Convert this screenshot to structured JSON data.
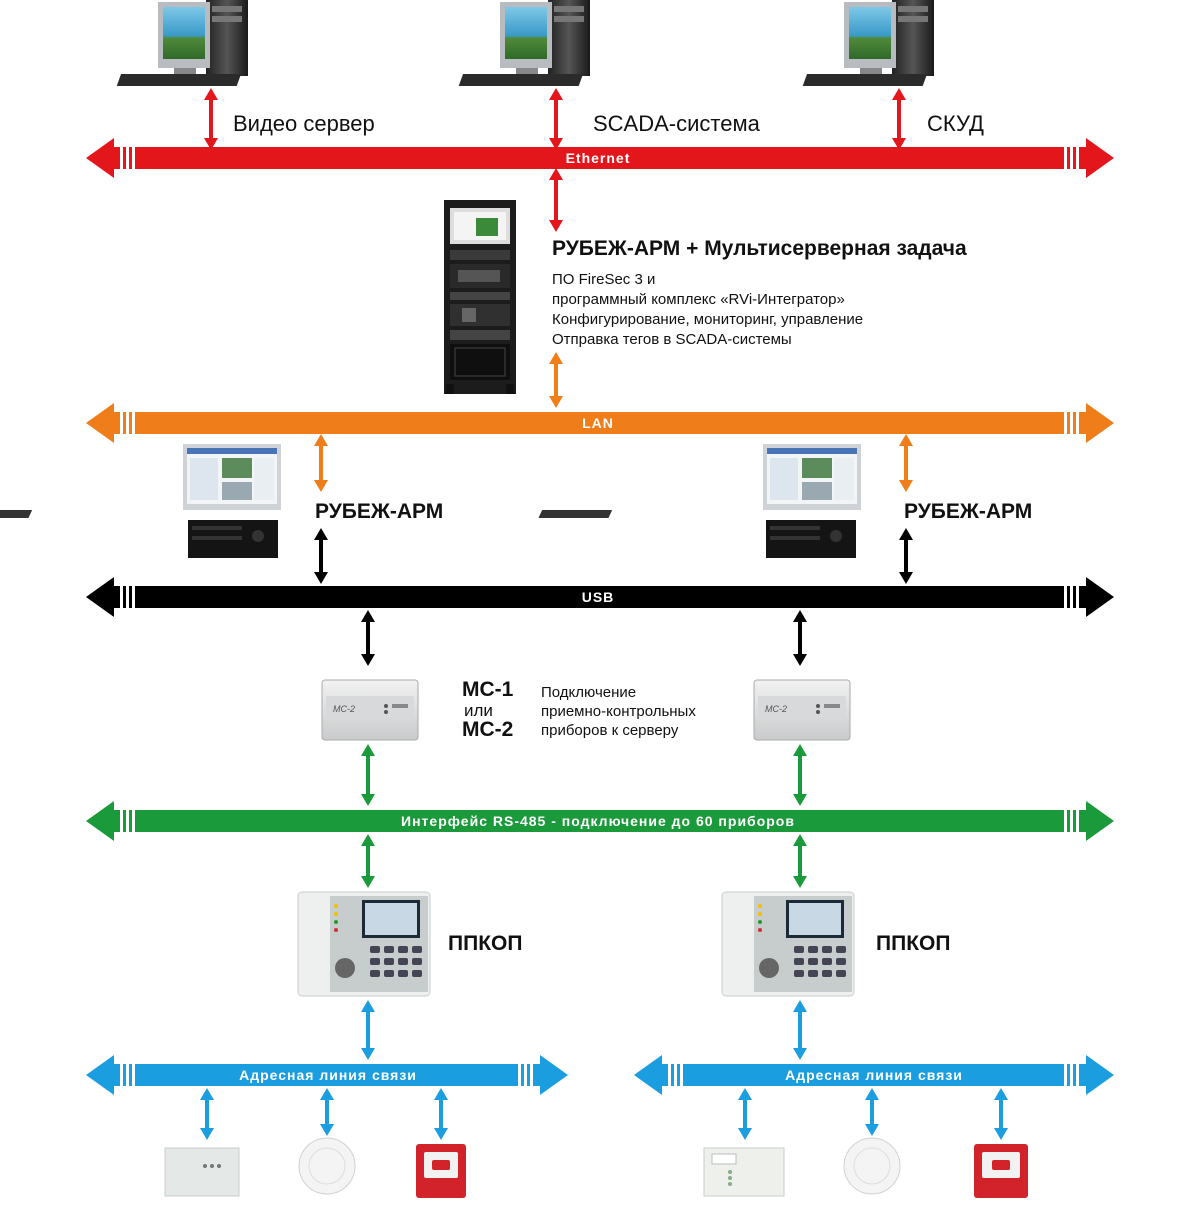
{
  "top_systems": {
    "video": "Видео сервер",
    "scada": "SCADA-система",
    "skud": "СКУД"
  },
  "buses": {
    "ethernet": "Ethernet",
    "lan": "LAN",
    "usb": "USB",
    "rs485": "Интерфейс RS-485 - подключение до 60 приборов",
    "address_left": "Адресная линия связи",
    "address_right": "Адресная линия связи"
  },
  "server": {
    "title": "РУБЕЖ-АРМ + Мультисерверная задача",
    "lines": [
      "ПО FireSec 3 и",
      "программный комплекс «RVi-Интегратор»",
      "Конфигурирование, мониторинг, управление",
      "Отправка тегов в SCADA-системы"
    ]
  },
  "workstations": {
    "left": "РУБЕЖ-АРМ",
    "right": "РУБЕЖ-АРМ"
  },
  "mc": {
    "mc1": "МС-1",
    "or": "или",
    "mc2": "МС-2",
    "desc": [
      "Подключение",
      "приемно-контрольных",
      "приборов к серверу"
    ],
    "device_label": "МС-2"
  },
  "panels": {
    "left": "ППКОП",
    "right": "ППКОП"
  },
  "colors": {
    "ethernet": "#e3161b",
    "lan": "#ef7d1a",
    "usb": "#000000",
    "rs485": "#1a9a3a",
    "address": "#1a9ee0"
  }
}
